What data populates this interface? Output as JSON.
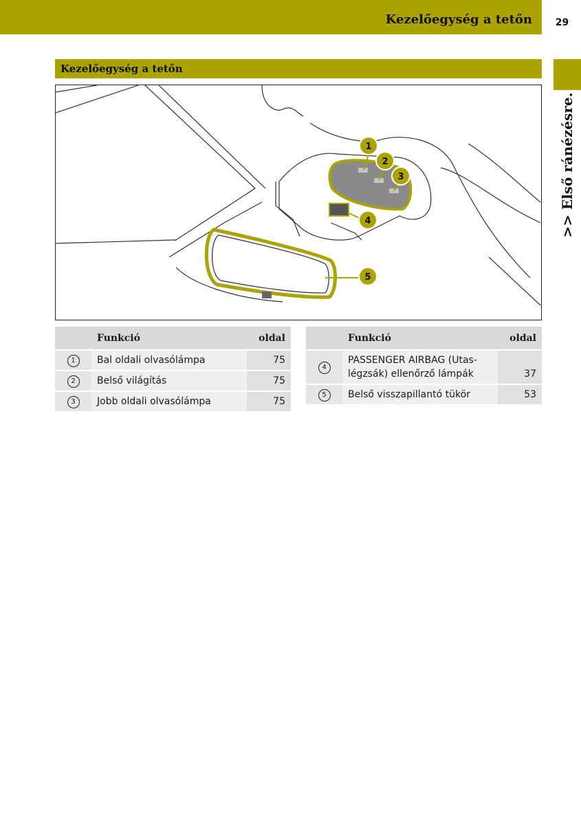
{
  "header": {
    "title": "Kezelőegység a tetőn",
    "page_number": "29"
  },
  "side_label": ">> Első ránézésre.",
  "section": {
    "title": "Kezelőegység a tetőn"
  },
  "figure": {
    "callouts": [
      "1",
      "2",
      "3",
      "4",
      "5"
    ],
    "accent_color": "#aaa300"
  },
  "table_headers": {
    "function": "Funkció",
    "page": "oldal"
  },
  "left_rows": [
    {
      "num": "1",
      "label": "Bal oldali olvasólámpa",
      "page": "75"
    },
    {
      "num": "2",
      "label": "Belső világítás",
      "page": "75"
    },
    {
      "num": "3",
      "label": "Jobb oldali olvasólámpa",
      "page": "75"
    }
  ],
  "right_rows": [
    {
      "num": "4",
      "label": "PASSENGER AIRBAG (Utas-légzsák) ellenőrző lámpák",
      "page": "37"
    },
    {
      "num": "5",
      "label": "Belső visszapillantó tükör",
      "page": "53"
    }
  ]
}
